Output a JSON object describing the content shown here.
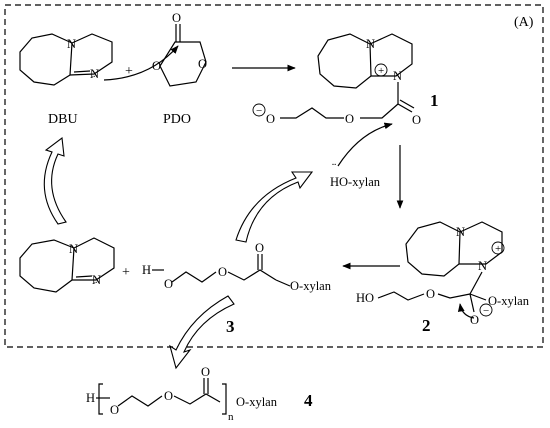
{
  "panel_label": "(A)",
  "compounds": {
    "dbu": "DBU",
    "pdo": "PDO",
    "intermediate_1": "1",
    "intermediate_2": "2",
    "product_3": "3",
    "polymer_4": "4"
  },
  "atoms": {
    "N": "N",
    "O": "O",
    "H": "H",
    "HO": "HO",
    "plus_charge": "+",
    "minus_charge": "−",
    "lone_pair": "¨",
    "O_xylan": "O-xylan",
    "HO_xylan": "HO-xylan",
    "subscript_n": "n"
  },
  "operators": {
    "plus": "+"
  }
}
